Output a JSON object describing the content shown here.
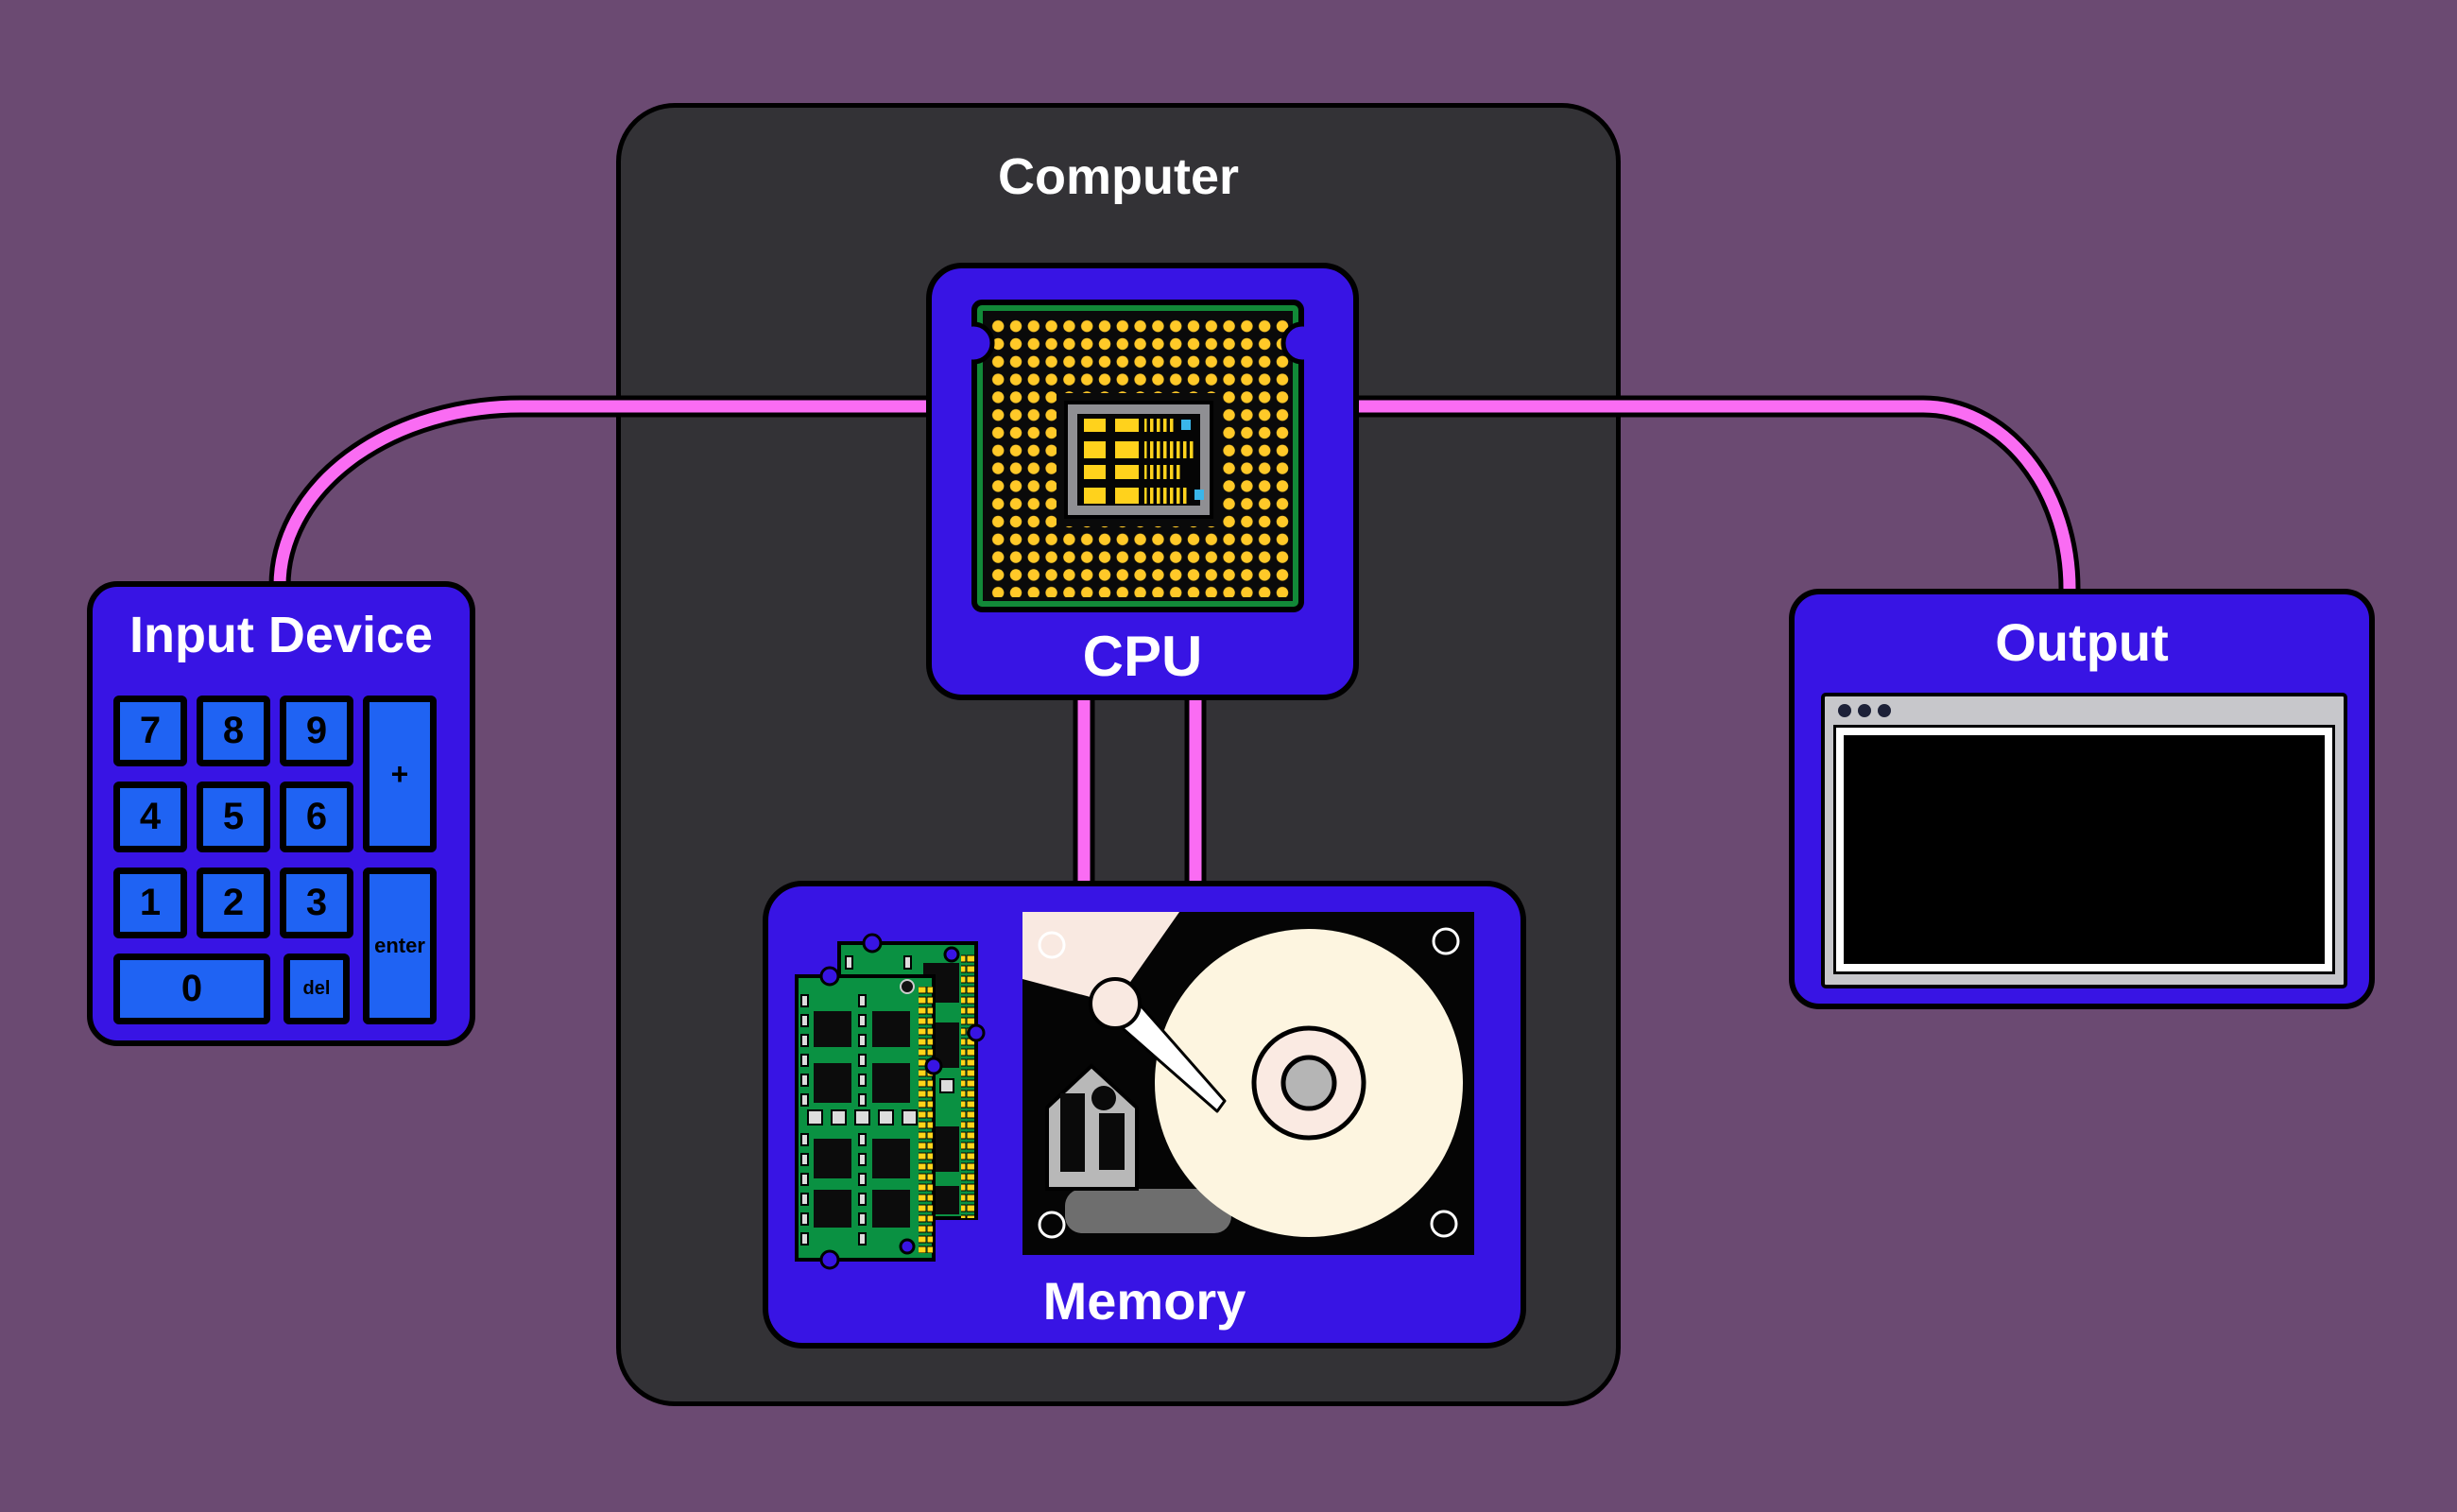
{
  "computer": {
    "title": "Computer"
  },
  "cpu": {
    "label": "CPU"
  },
  "memory": {
    "label": "Memory"
  },
  "input_device": {
    "title": "Input Device",
    "keys": [
      {
        "label": "7"
      },
      {
        "label": "8"
      },
      {
        "label": "9"
      },
      {
        "label": "+"
      },
      {
        "label": "4"
      },
      {
        "label": "5"
      },
      {
        "label": "6"
      },
      {
        "label": "1"
      },
      {
        "label": "2"
      },
      {
        "label": "3"
      },
      {
        "label": "enter"
      },
      {
        "label": "0"
      },
      {
        "label": "del"
      }
    ]
  },
  "output": {
    "title": "Output"
  },
  "icons": {
    "cpu_chip": "cpu-chip-icon",
    "ram": "ram-sticks-icon",
    "hard_drive": "hard-drive-icon",
    "monitor": "monitor-icon",
    "window_dots": "window-control-dots"
  },
  "colors": {
    "background": "#6b4a72",
    "computer_box": "#333236",
    "node_blue": "#3814e4",
    "key_blue": "#1f63f3",
    "wire_pink": "#fa6cf3",
    "chip_green": "#128a38",
    "ram_green": "#0a9142",
    "pin_gold": "#ffc928",
    "platter_cream": "#fdf5e0",
    "monitor_gray": "#c7c7cb"
  }
}
